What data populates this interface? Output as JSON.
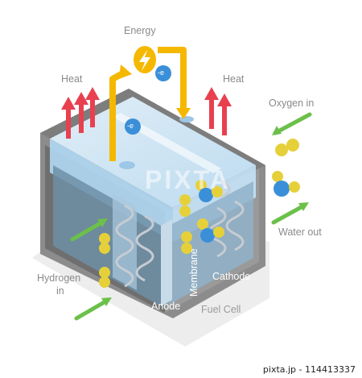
{
  "labels": {
    "energy": "Energy",
    "heat_left": "Heat",
    "heat_right": "Heat",
    "oxygen_in": "Oxygen in",
    "water_out": "Water out",
    "hydrogen_in_line1": "Hydrogen",
    "hydrogen_in_line2": "in",
    "membrane": "Membrane",
    "cathode": "Cathode",
    "anode": "Anode",
    "fuel_cell": "Fuel Cell",
    "electron_symbol": "-e"
  },
  "watermark": {
    "text": "PIXTA"
  },
  "footer": {
    "text": "pixta.jp - 114413337"
  },
  "colors": {
    "heat_arrow": "#e8404f",
    "energy_arrow": "#f5b800",
    "input_arrow": "#6cc04a",
    "hydrogen_atom": "#e6d03a",
    "oxygen_atom": "#3b8fd8",
    "electron": "#3b8fd8",
    "housing": "#8c8c8c",
    "water_tank": "#b9ddf5"
  },
  "icons": [
    "lightning-bolt-icon"
  ]
}
